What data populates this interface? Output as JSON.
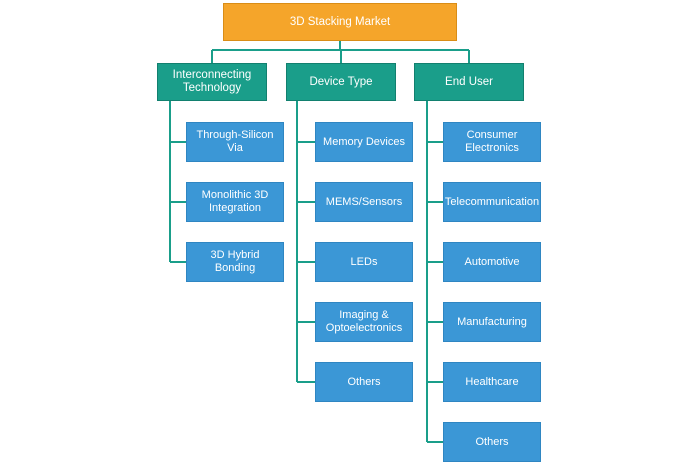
{
  "root": {
    "label": "3D Stacking Market"
  },
  "categories": [
    {
      "label": "Interconnecting Technology",
      "items": [
        "Through-Silicon Via",
        "Monolithic 3D Integration",
        "3D Hybrid Bonding"
      ]
    },
    {
      "label": "Device Type",
      "items": [
        "Memory Devices",
        "MEMS/Sensors",
        "LEDs",
        "Imaging & Optoelectronics",
        "Others"
      ]
    },
    {
      "label": "End User",
      "items": [
        "Consumer Electronics",
        "Telecommunication",
        "Automotive",
        "Manufacturing",
        "Healthcare",
        "Others"
      ]
    }
  ],
  "colors": {
    "root": "#f5a52a",
    "category": "#1a9e8a",
    "leaf": "#3b97d6",
    "connector": "#1a9e8a"
  }
}
